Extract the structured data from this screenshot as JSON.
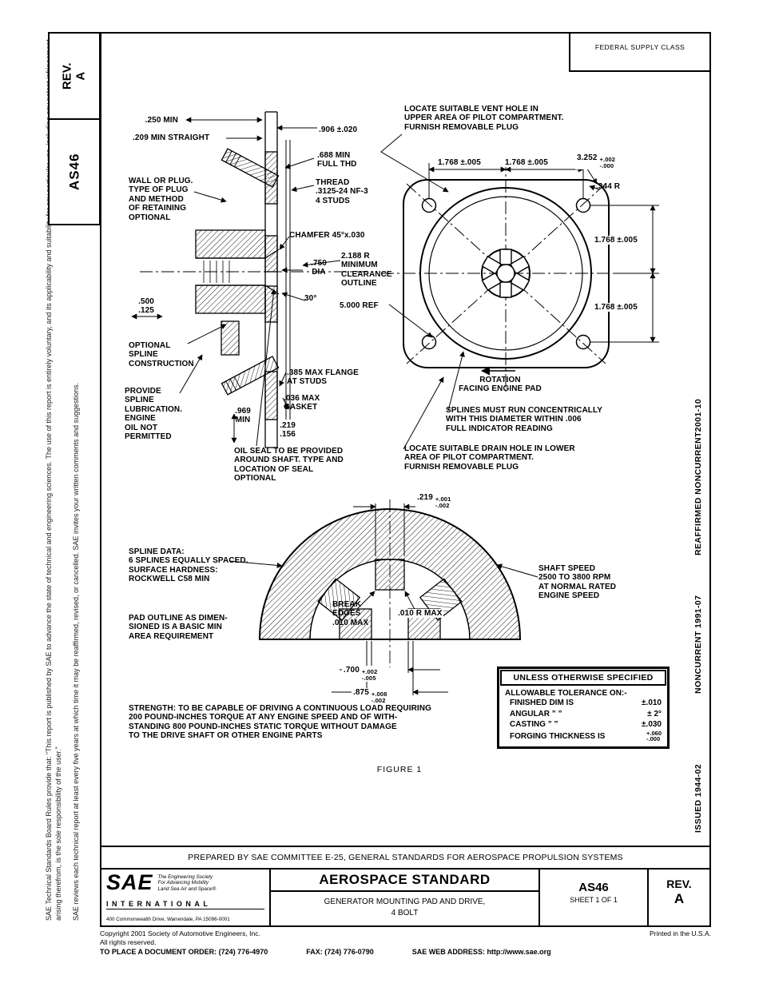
{
  "header": {
    "federal_supply_class": "FEDERAL SUPPLY CLASS",
    "rev": "REV.\nA",
    "doc_number": "AS46"
  },
  "left_margin": {
    "disclaimer_rules": "SAE Technical Standards Board Rules provide that: “This report is published by SAE to advance the state of technical and engineering sciences. The use of this report is entirely voluntary, and its applicability and suitability for any particular use, including any patent infringement arising therefrom, is the sole responsibility of the user.”",
    "disclaimer_review": "SAE reviews each technical report at least every five years at which time it may be reaffirmed, revised, or cancelled. SAE invites your written comments and suggestions."
  },
  "right_margin": {
    "reaffirmed": "REAFFIRMED NONCURRENT2001-10",
    "noncurrent": "NONCURRENT 1991-07",
    "issued": "ISSUED 1944-02"
  },
  "drawing": {
    "figure_caption": "FIGURE 1",
    "section_view": {
      "min_250": ".250 MIN",
      "straight_209": ".209 MIN STRAIGHT",
      "depth_906": ".906 ±.020",
      "full_thd": ".688 MIN\nFULL THD",
      "thread": "THREAD\n.3125-24 NF-3\n4 STUDS",
      "wall_plug": "WALL OR PLUG.\nTYPE OF PLUG\nAND METHOD\nOF RETAINING\nOPTIONAL",
      "chamfer": "CHAMFER 45°x.030",
      "dia_750": ".750\nDIA",
      "clearance": "2.188 R\nMINIMUM\nCLEARANCE\nOUTLINE",
      "angle_30": "30°",
      "ref_5000": "5.000 REF",
      "dim_500_125": ".500\n.125",
      "optional_spline": "OPTIONAL\nSPLINE\nCONSTRUCTION",
      "provide_spline": "PROVIDE\nSPLINE\nLUBRICATION.\nENGINE\nOIL NOT\nPERMITTED",
      "flange_385": ".385 MAX FLANGE\nAT STUDS",
      "gasket_036": ".036 MAX\nGASKET",
      "min_969": ".969\nMIN",
      "dim_219_156": ".219\n.156",
      "oil_seal": "OIL SEAL TO BE PROVIDED\nAROUND SHAFT. TYPE AND\nLOCATION OF SEAL\nOPTIONAL"
    },
    "front_view": {
      "vent_note": "LOCATE SUITABLE VENT HOLE IN\nUPPER AREA OF PILOT COMPARTMENT.\nFURNISH REMOVABLE PLUG",
      "dim_1768_top_left": "1.768 ±.005",
      "dim_1768_top_right": "1.768 ±.005",
      "dim_3252": {
        "v": "3.252",
        "t": "+.002",
        "b": "-.000"
      },
      "radius_344": ".344 R",
      "dim_1768_right_upper": "1.768 ±.005",
      "dim_1768_right_lower": "1.768 ±.005",
      "rotation": "ROTATION\nFACING ENGINE PAD",
      "concentric_note": "SPLINES MUST RUN CONCENTRICALLY\nWITH THIS DIAMETER WITHIN .006\nFULL INDICATOR READING",
      "drain_note": "LOCATE SUITABLE DRAIN HOLE IN LOWER\nAREA OF PILOT COMPARTMENT.\nFURNISH REMOVABLE PLUG"
    },
    "spline_detail": {
      "dim_219": {
        "v": ".219",
        "t": "+.001",
        "b": "-.002"
      },
      "spline_data": "SPLINE DATA:\n6 SPLINES EQUALLY SPACED.\nSURFACE HARDNESS:\nROCKWELL C58 MIN",
      "shaft_speed": "SHAFT SPEED\n2500 TO 3800 RPM\nAT NORMAL RATED\nENGINE SPEED",
      "break_edges": "BREAK\nEDGES\n.010 MAX",
      "radius_010": ".010 R MAX",
      "pad_outline": "PAD OUTLINE AS DIMEN-\nSIONED IS A BASIC MIN\nAREA REQUIREMENT",
      "dim_700": {
        "v": ".700",
        "t": "+.002",
        "b": "-.005"
      },
      "dim_875": {
        "v": ".875",
        "t": "+.008",
        "b": "-.002"
      },
      "strength_note": "STRENGTH: TO BE CAPABLE OF DRIVING A CONTINUOUS LOAD REQUIRING\n200 POUND-INCHES TORQUE AT ANY ENGINE SPEED AND OF WITH-\nSTANDING 800 POUND-INCHES STATIC TORQUE WITHOUT DAMAGE\nTO THE DRIVE SHAFT OR OTHER ENGINE PARTS"
    },
    "tolerance_box": {
      "title": "UNLESS OTHERWISE SPECIFIED",
      "heading": "ALLOWABLE TOLERANCE ON:-",
      "rows": [
        {
          "label": "FINISHED DIM IS",
          "value": "±.010"
        },
        {
          "label": "ANGULAR  ”  ”",
          "value": "± 2°"
        },
        {
          "label": "CASTING  ”  ”",
          "value": "±.030"
        },
        {
          "label": "FORGING THICKNESS IS",
          "value_top": "+.060",
          "value_bottom": "-.000"
        }
      ]
    }
  },
  "title_block": {
    "prepared_by": "PREPARED BY SAE COMMITTEE E-25, GENERAL STANDARDS FOR AEROSPACE PROPULSION SYSTEMS",
    "logo": {
      "sae": "SAE",
      "tagline": "The Engineering Society\nFor Advancing Mobility\nLand Sea Air and Space®",
      "international": "INTERNATIONAL",
      "address": "400 Commonwealth Drive, Warrendale, PA 15096-0001"
    },
    "standard_type": "AEROSPACE STANDARD",
    "title": "GENERATOR MOUNTING PAD AND DRIVE,\n4 BOLT",
    "doc_number": "AS46",
    "sheet": "SHEET 1 OF 1",
    "rev_label": "REV.",
    "rev_value": "A"
  },
  "footer": {
    "copyright": "Copyright 2001 Society of Automotive Engineers, Inc.",
    "rights": "All rights reserved.",
    "printed": "Printed in the U.S.A.",
    "order": "TO PLACE A DOCUMENT ORDER:  (724) 776-4970",
    "fax": "FAX: (724) 776-0790",
    "web": "SAE WEB ADDRESS: http://www.sae.org"
  }
}
